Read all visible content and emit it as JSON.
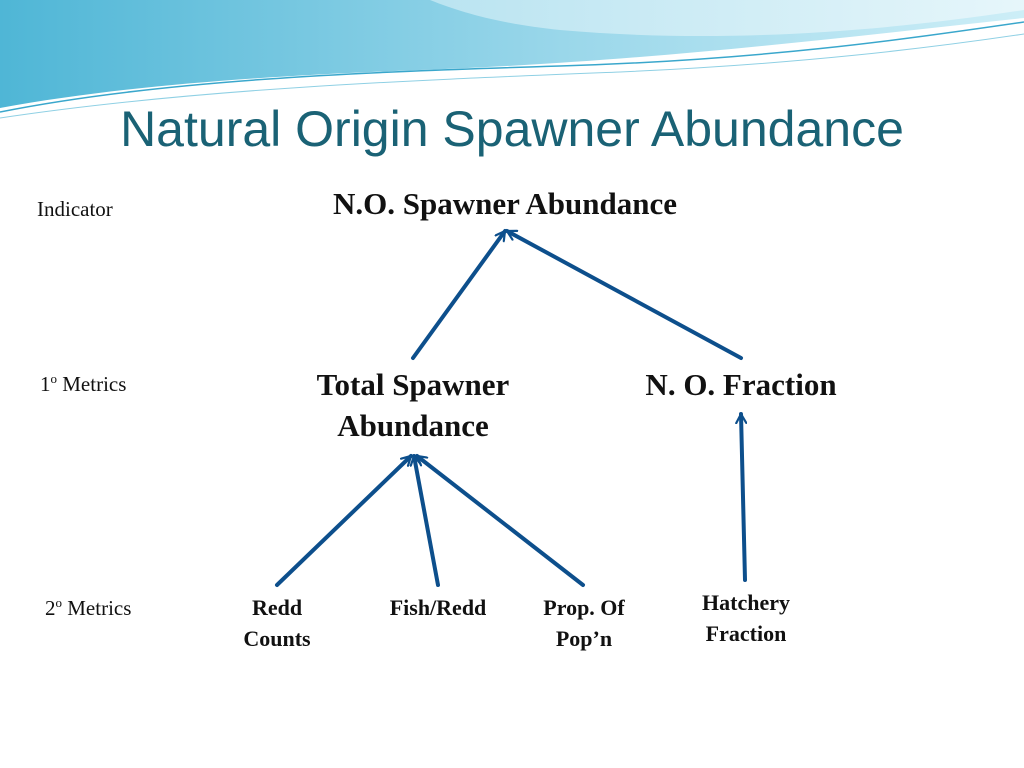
{
  "title": "Natural Origin Spawner Abundance",
  "levels": {
    "indicator": "Indicator",
    "primary": {
      "number": "1",
      "sup": "o",
      "label": " Metrics"
    },
    "secondary": {
      "number": "2",
      "sup": "o",
      "label": " Metrics"
    }
  },
  "nodes": {
    "no_spawner_abundance": {
      "line1": "N.O. Spawner Abundance"
    },
    "total_spawner_abundance": {
      "line1": "Total Spawner",
      "line2": "Abundance"
    },
    "no_fraction": {
      "line1": "N. O. Fraction"
    },
    "redd_counts": {
      "line1": "Redd",
      "line2": "Counts"
    },
    "fish_redd": {
      "line1": "Fish/Redd"
    },
    "prop_of_popn": {
      "line1": "Prop. Of",
      "line2": "Pop’n"
    },
    "hatchery_fraction": {
      "line1": "Hatchery",
      "line2": "Fraction"
    }
  },
  "edges": [
    {
      "from": "total_spawner_abundance",
      "to": "no_spawner_abundance"
    },
    {
      "from": "no_fraction",
      "to": "no_spawner_abundance"
    },
    {
      "from": "redd_counts",
      "to": "total_spawner_abundance"
    },
    {
      "from": "fish_redd",
      "to": "total_spawner_abundance"
    },
    {
      "from": "prop_of_popn",
      "to": "total_spawner_abundance"
    },
    {
      "from": "hatchery_fraction",
      "to": "no_fraction"
    }
  ],
  "colors": {
    "arrow": "#0d4f8c",
    "title": "#1a6275"
  }
}
